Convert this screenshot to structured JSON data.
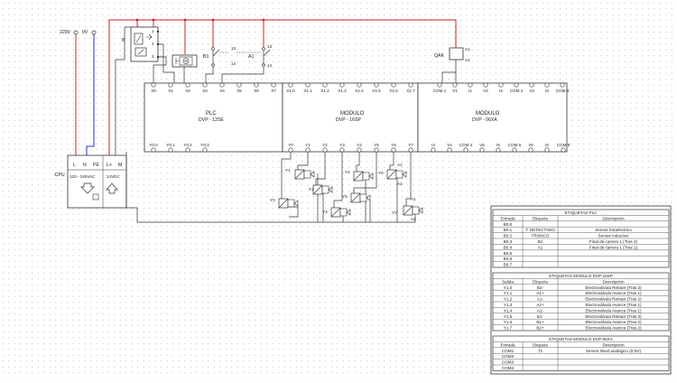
{
  "supply": {
    "v220": "220V",
    "v0": "0V"
  },
  "cpu": {
    "label": "-CPU",
    "terminals": [
      "L",
      "N",
      "PE",
      "L+",
      "M"
    ],
    "ac_label": "120 - 240VAC",
    "dc_label": "24VDC"
  },
  "sensors": {
    "b_label": "B",
    "switch_b1": "B1",
    "switch_a1": "A1",
    "contact_13a": "13",
    "contact_14a": "14",
    "contact_13b": "13",
    "contact_14b": "14",
    "pin_1": "1",
    "pin_2": "2",
    "pin_3": "3",
    "qak": "QAK",
    "a1": "A1",
    "a2": "A2"
  },
  "plc": {
    "name": "PLC",
    "model": "DVP - 12SE",
    "inputs_top": [
      "X0",
      "X1",
      "X2",
      "X3",
      "X4",
      "X5",
      "X6",
      "X7"
    ],
    "outputs_bottom": [
      "Y0.0",
      "Y0.1",
      "Y0.2",
      "Y0.3"
    ]
  },
  "mod1": {
    "name": "MODULO",
    "model": "DVP - 16SP",
    "inputs_top": [
      "X1.0",
      "X1.1",
      "X1.2",
      "X1.3",
      "X1.4",
      "X1.5",
      "X1.6",
      "X1.7"
    ],
    "outputs_bottom": [
      "Y0",
      "Y1",
      "Y2",
      "Y3",
      "Y4",
      "Y5",
      "Y6",
      "Y7"
    ]
  },
  "mod2": {
    "name": "MODULO",
    "model": "DVP - 06XA",
    "top": [
      "COM 1",
      "V1",
      "I1",
      "V2",
      "I2",
      "COM 2",
      "V3",
      "I3",
      "COM 3"
    ],
    "bottom": [
      "I4",
      "V4",
      "COM 4",
      "V5",
      "I5",
      "COM 5",
      "V6",
      "I6",
      "COM 6"
    ]
  },
  "valves": [
    "Y0",
    "Y1",
    "Y2",
    "Y3",
    "Y4",
    "Y5",
    "Y6",
    "Y7"
  ],
  "actuators": [
    "A1",
    "A2"
  ],
  "table_plc": {
    "title": "ETIQUETAS PLC",
    "headers": [
      "Entrada",
      "Etiqueta",
      "Descripción"
    ],
    "rows": [
      [
        "B0.0",
        "",
        ""
      ],
      [
        "B0.1",
        "T. DETECTADO",
        "Sensor fotoelectrico"
      ],
      [
        "B0.2",
        "TRONCO",
        "Sensor inductivo"
      ],
      [
        "B0.3",
        "B1",
        "Final de carrera 1 (Tras 2)"
      ],
      [
        "B0.4",
        "A1",
        "Final de carrera 1 (Tras 1)"
      ],
      [
        "B0.5",
        "",
        ""
      ],
      [
        "B0.6",
        "",
        ""
      ],
      [
        "B0.7",
        "",
        ""
      ]
    ]
  },
  "table_16sp": {
    "title": "ETIQUETAS MODULO DVP-16SP",
    "headers": [
      "Salida",
      "Etiqueta",
      "Descripción"
    ],
    "rows": [
      [
        "Y1.0",
        "B2-",
        "Electroválvula Retraer (Tras 2)"
      ],
      [
        "Y1.1",
        "A1+",
        "Electroválvula Avance (Tras 1)"
      ],
      [
        "Y1.2",
        "A1-",
        "Electroválvula Retraer (Tras 1)"
      ],
      [
        "Y1.3",
        "A2+",
        "Electroválvula Avance (Tras 1)"
      ],
      [
        "Y1.4",
        "A2-",
        "Electroválvula Avance (Tras 1)"
      ],
      [
        "Y1.5",
        "B1-",
        "Electroválvula Retraer (Tras 2)"
      ],
      [
        "Y1.6",
        "B1+",
        "Electroválvula Avance (Tras 2)"
      ],
      [
        "Y1.7",
        "B2+",
        "Electroválvula Avance (Tras 2)"
      ]
    ]
  },
  "table_06xa": {
    "title": "ETIQUETAS MODULO DVP-06XA",
    "headers": [
      "Entrada",
      "Etiqueta",
      "Descripción"
    ],
    "rows": [
      [
        "COM1",
        "T1",
        "Sensor Nivel analógico (0-5V)"
      ],
      [
        "COM2",
        "",
        ""
      ],
      [
        "COM3",
        "",
        ""
      ],
      [
        "COM4",
        "",
        ""
      ]
    ]
  },
  "colors": {
    "red_wire": "#d42020",
    "blue_wire": "#2030c8",
    "line": "#303030"
  }
}
